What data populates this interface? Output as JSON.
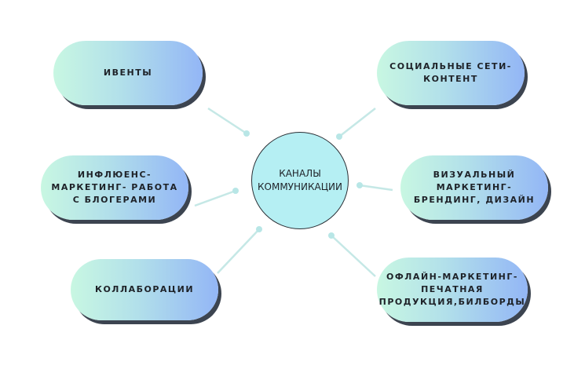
{
  "center": {
    "label": "КАНАЛЫ\nКОММУНИКАЦИИ"
  },
  "channels": [
    {
      "label": "ИВЕНТЫ"
    },
    {
      "label": "ИНФЛЮЕНС-\nМАРКЕТИНГ- РАБОТА\nС БЛОГЕРАМИ"
    },
    {
      "label": "КОЛЛАБОРАЦИИ"
    },
    {
      "label": "СОЦИАЛЬНЫЕ СЕТИ-\nКОНТЕНТ"
    },
    {
      "label": "ВИЗУАЛЬНЫЙ\nМАРКЕТИНГ-\nБРЕНДИНГ, ДИЗАЙН"
    },
    {
      "label": "ОФЛАЙН-МАРКЕТИНГ-\nПЕЧАТНАЯ\nПРОДУКЦИЯ,БИЛБОРДЫ"
    }
  ],
  "colors": {
    "connector": "#c5e8e6",
    "center_fill": "#b5eff3"
  }
}
